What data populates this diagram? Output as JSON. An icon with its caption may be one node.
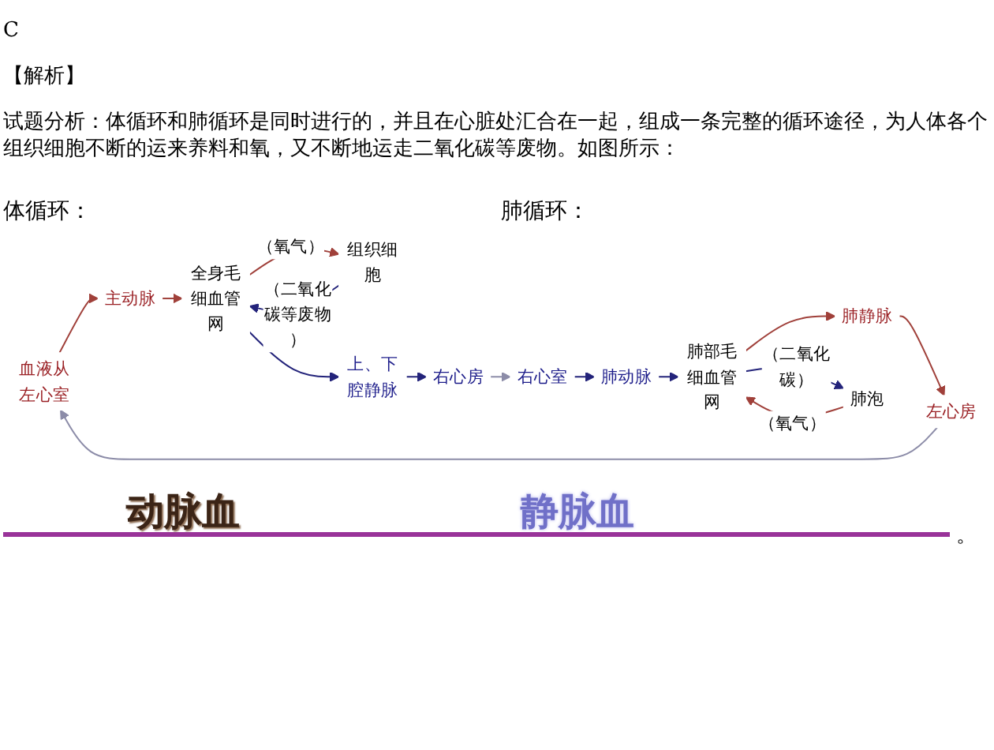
{
  "diagram": {
    "nodes": [
      {
        "text": [
          "组织细胞"
        ]
      },
      {
        "text": [
          "血液从左心室"
        ]
      },
      {
        "text": [
          "主动脉"
        ]
      },
      {
        "text": [
          "全身毛细血管网"
        ]
      },
      {
        "text": [
          "上、下腔静脉"
        ]
      },
      {
        "text": [
          "右心房"
        ]
      },
      {
        "text": [
          "左心房"
        ]
      },
      {
        "text": [
          "肺静脉"
        ]
      },
      {
        "text": [
          "肺部毛细血管网"
        ]
      },
      {
        "text": [
          "肺动脉"
        ]
      },
      {
        "text": [
          "右心室"
        ]
      },
      {
        "text": [
          "肺泡"
        ]
      }
    ],
    "edges": [
      {
        "from": 3,
        "to": 0,
        "arrow": "to",
        "label": "（氧气）"
      },
      {
        "from": 0,
        "to": 3,
        "arrow": "to",
        "label": "（二氧化碳等废物）",
        "color": "#23237a"
      },
      {
        "from": 1,
        "to": 2,
        "arrow": "to"
      },
      {
        "from": 2,
        "to": 3,
        "arrow": "to"
      },
      {
        "from": 3,
        "to": 4,
        "arrow": "to",
        "color": "#23237a"
      },
      {
        "from": 4,
        "to": 5,
        "arrow": "to",
        "color": "#23237a"
      },
      {
        "from": 5,
        "to": 10,
        "arrow": "to",
        "color": "#8c8ca8"
      },
      {
        "from": 10,
        "to": 9,
        "arrow": "to",
        "color": "#23237a"
      },
      {
        "from": 9,
        "to": 8,
        "arrow": "to",
        "color": "#23237a"
      },
      {
        "from": 8,
        "to": 7,
        "arrow": "to"
      },
      {
        "from": 7,
        "to": 6,
        "arrow": "to"
      },
      {
        "from": 6,
        "to": 1,
        "arrow": "to",
        "color": "#8c8ca8"
      },
      {
        "from": 11,
        "to": 8,
        "arrow": "to",
        "label": "（氧气）"
      },
      {
        "from": 8,
        "to": 11,
        "arrow": "to",
        "label": "（二氧化碳）",
        "color": "#23237a"
      }
    ],
    "labels": [
      "C",
      "【解析】",
      "试题分析：体循环和肺循环是同时进行的，并且在心脏处汇合在一起，组成一条完整的循环途径，为人体各个组织细胞不断的运来养料和氧，又不断地运走二氧化碳等废物。如图所示：",
      "体循环：",
      "动脉血",
      "静脉血",
      "。",
      "肺循环："
    ]
  }
}
